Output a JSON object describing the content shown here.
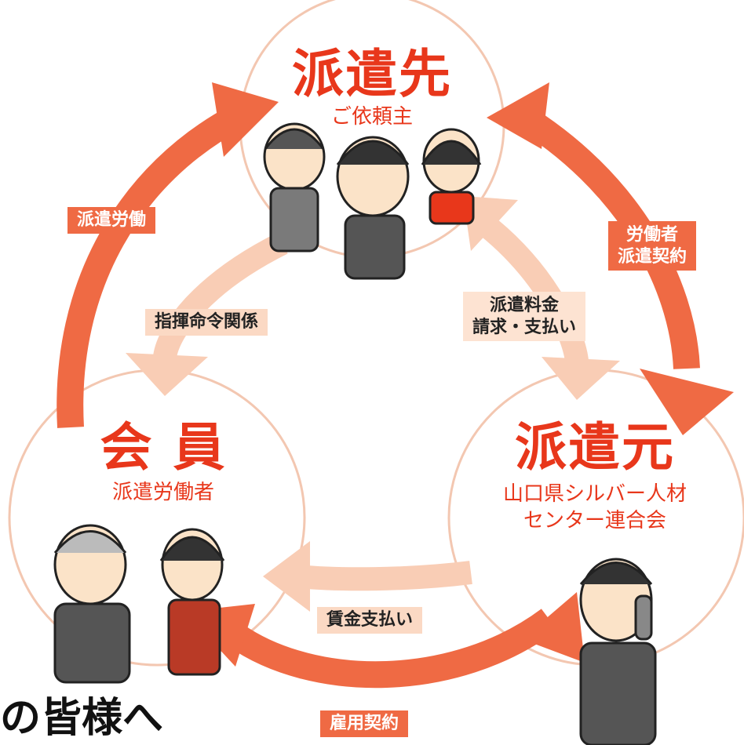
{
  "nodes": {
    "client": {
      "title": "派遣先",
      "subtitle": "ご依頼主"
    },
    "member": {
      "title": "会 員",
      "subtitle": "派遣労働者"
    },
    "agency": {
      "title": "派遣元",
      "subtitle_line1": "山口県シルバー人材",
      "subtitle_line2": "センター連合会"
    }
  },
  "relations": {
    "dispatch_labor": "派遣労働",
    "command_relation": "指揮命令関係",
    "dispatch_contract_line1": "労働者",
    "dispatch_contract_line2": "派遣契約",
    "fee_line1": "派遣料金",
    "fee_line2": "請求・支払い",
    "wage_payment": "賃金支払い",
    "employment_contract": "雇用契約"
  },
  "footer": {
    "partial_heading": "の皆様へ"
  },
  "colors": {
    "accent": "#e8371b",
    "arrow_dark": "#ef6a44",
    "arrow_light": "#f9cdb5",
    "circle_stroke": "#f3c7b1"
  }
}
